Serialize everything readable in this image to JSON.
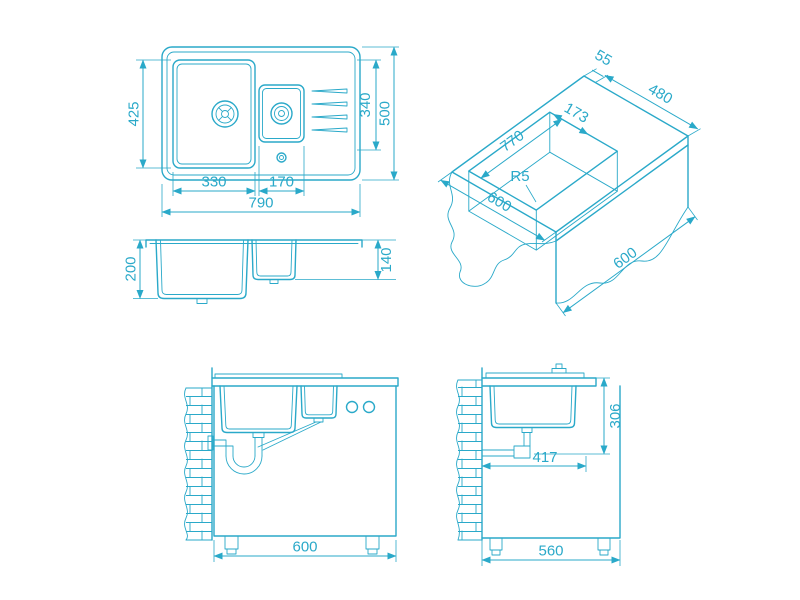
{
  "drawing": {
    "line_color": "#2AA9C9",
    "top_view": {
      "bowl_height": "425",
      "main_bowl_width": "330",
      "small_bowl_width": "170",
      "overall_width": "790",
      "drainer_span": "340",
      "overall_depth": "500"
    },
    "iso_view": {
      "edge_offset": "55",
      "cutout_width": "480",
      "cutout_length": "770",
      "bowl_split": "173",
      "corner_radius": "R5",
      "front_depth": "600",
      "side_depth": "600"
    },
    "section_view": {
      "main_bowl_depth": "200",
      "small_bowl_depth": "140"
    },
    "front_install_view": {
      "cabinet_width": "600"
    },
    "side_install_view": {
      "fitting_height": "306",
      "drain_offset": "417",
      "cabinet_depth": "560"
    }
  }
}
